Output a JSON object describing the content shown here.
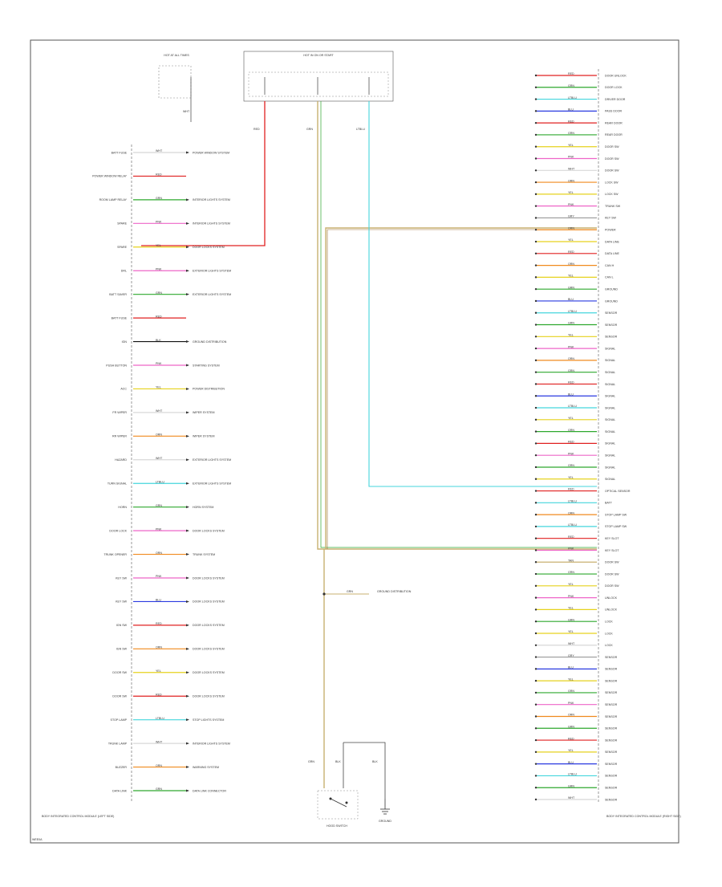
{
  "diagram": {
    "footer_code": "WEE0A",
    "wire_colors": {
      "BLK": "#111111",
      "RED": "#e02020",
      "GRN": "#2ea82e",
      "YEL": "#e6d21e",
      "BLU": "#2a3ae0",
      "ORN": "#f08a1e",
      "PNK": "#ee66c8",
      "WHT": "#d8d8d8",
      "LTBLU": "#44d6dd",
      "GRY": "#9a9a9a",
      "BRN": "#9a6a2a",
      "TAN": "#c8b070",
      "LTGRN": "#8ee08e",
      "VIO": "#a040d0"
    },
    "fuse_boxes": {
      "left": {
        "label": "HOT AT ALL TIMES"
      },
      "right": {
        "label": "HOT IN ON OR START"
      }
    },
    "top_wire_labels": {
      "wire1": "WHT",
      "wire2": "RED",
      "wire3": "GRN",
      "wire4": "LTBLU"
    },
    "left_connector": {
      "caption": "BODY INTEGRATED CONTROL MODULE (LEFT SIDE)",
      "pins": [
        {
          "label": "BATT FUSE",
          "color": "WHT",
          "dest": "POWER WINDOW SYSTEM"
        },
        {
          "label": "POWER WINDOW RELAY",
          "color": "RED",
          "dest": ""
        },
        {
          "label": "ROOM LAMP RELAY",
          "color": "GRN",
          "dest": "INTERIOR LIGHTS SYSTEM"
        },
        {
          "label": "SPARE",
          "color": "PNK",
          "dest": "INTERIOR LIGHTS SYSTEM"
        },
        {
          "label": "SPARE",
          "color": "YEL",
          "dest": "DOOR LOCKS SYSTEM"
        },
        {
          "label": "DRL",
          "color": "PNK",
          "dest": "EXTERIOR LIGHTS SYSTEM"
        },
        {
          "label": "BATT SAVER",
          "color": "GRN",
          "dest": "EXTERIOR LIGHTS SYSTEM"
        },
        {
          "label": "BATT FUSE",
          "color": "RED",
          "dest": ""
        },
        {
          "label": "IGN",
          "color": "BLK",
          "dest": "GROUND DISTRIBUTION"
        },
        {
          "label": "PUSH BUTTON",
          "color": "PNK",
          "dest": "STARTING SYSTEM"
        },
        {
          "label": "ACC",
          "color": "YEL",
          "dest": "POWER DISTRIBUTION"
        },
        {
          "label": "FR WIPER",
          "color": "WHT",
          "dest": "WIPER SYSTEM"
        },
        {
          "label": "RR WIPER",
          "color": "ORN",
          "dest": "WIPER SYSTEM"
        },
        {
          "label": "HAZARD",
          "color": "WHT",
          "dest": "EXTERIOR LIGHTS SYSTEM"
        },
        {
          "label": "TURN SIGNAL",
          "color": "LTBLU",
          "dest": "EXTERIOR LIGHTS SYSTEM"
        },
        {
          "label": "HORN",
          "color": "GRN",
          "dest": "HORN SYSTEM"
        },
        {
          "label": "DOOR LOCK",
          "color": "PNK",
          "dest": "DOOR LOCKS SYSTEM"
        },
        {
          "label": "TRUNK OPENER",
          "color": "ORN",
          "dest": "TRUNK SYSTEM"
        },
        {
          "label": "KEY SW",
          "color": "PNK",
          "dest": "DOOR LOCKS SYSTEM"
        },
        {
          "label": "KEY SW",
          "color": "BLU",
          "dest": "DOOR LOCKS SYSTEM"
        },
        {
          "label": "IGN SW",
          "color": "RED",
          "dest": "DOOR LOCKS SYSTEM"
        },
        {
          "label": "IGN SW",
          "color": "ORN",
          "dest": "DOOR LOCKS SYSTEM"
        },
        {
          "label": "DOOR SW",
          "color": "YEL",
          "dest": "DOOR LOCKS SYSTEM"
        },
        {
          "label": "DOOR SW",
          "color": "RED",
          "dest": "DOOR LOCKS SYSTEM"
        },
        {
          "label": "STOP LAMP",
          "color": "LTBLU",
          "dest": "STOP LIGHTS SYSTEM"
        },
        {
          "label": "TRUNK LAMP",
          "color": "WHT",
          "dest": "INTERIOR LIGHTS SYSTEM"
        },
        {
          "label": "BUZZER",
          "color": "ORN",
          "dest": "WARNING SYSTEM"
        },
        {
          "label": "DATA LINK",
          "color": "GRN",
          "dest": "DATA LINK CONNECTOR"
        }
      ]
    },
    "right_connector": {
      "caption": "BODY INTEGRATED CONTROL MODULE (RIGHT SIDE)",
      "pins": [
        {
          "label": "DOOR UNLOCK",
          "color": "RED"
        },
        {
          "label": "DOOR LOCK",
          "color": "GRN"
        },
        {
          "label": "DRIVER DOOR",
          "color": "LTBLU"
        },
        {
          "label": "PASS DOOR",
          "color": "BLU"
        },
        {
          "label": "REAR DOOR",
          "color": "RED"
        },
        {
          "label": "REAR DOOR",
          "color": "GRN"
        },
        {
          "label": "DOOR SW",
          "color": "YEL"
        },
        {
          "label": "DOOR SW",
          "color": "PNK"
        },
        {
          "label": "DOOR SW",
          "color": "WHT"
        },
        {
          "label": "LOCK SW",
          "color": "ORN"
        },
        {
          "label": "LOCK SW",
          "color": "YEL"
        },
        {
          "label": "TRUNK SW",
          "color": "PNK"
        },
        {
          "label": "KEY SW",
          "color": "GRY"
        },
        {
          "label": "POWER",
          "color": "ORN"
        },
        {
          "label": "DATA LINE",
          "color": "YEL"
        },
        {
          "label": "DATA LINE",
          "color": "RED"
        },
        {
          "label": "CAN H",
          "color": "ORN"
        },
        {
          "label": "CAN L",
          "color": "YEL"
        },
        {
          "label": "GROUND",
          "color": "GRN"
        },
        {
          "label": "GROUND",
          "color": "BLU"
        },
        {
          "label": "SENSOR",
          "color": "LTBLU"
        },
        {
          "label": "SENSOR",
          "color": "GRN"
        },
        {
          "label": "SENSOR",
          "color": "YEL"
        },
        {
          "label": "SIGNAL",
          "color": "PNK"
        },
        {
          "label": "SIGNAL",
          "color": "ORN"
        },
        {
          "label": "SIGNAL",
          "color": "GRN"
        },
        {
          "label": "SIGNAL",
          "color": "RED"
        },
        {
          "label": "SIGNAL",
          "color": "BLU"
        },
        {
          "label": "SIGNAL",
          "color": "LTBLU"
        },
        {
          "label": "SIGNAL",
          "color": "YEL"
        },
        {
          "label": "SIGNAL",
          "color": "GRN"
        },
        {
          "label": "SIGNAL",
          "color": "RED"
        },
        {
          "label": "SIGNAL",
          "color": "PNK"
        },
        {
          "label": "SIGNAL",
          "color": "GRN"
        },
        {
          "label": "SIGNAL",
          "color": "YEL"
        },
        {
          "label": "OPTICAL SENSOR",
          "color": "RED"
        },
        {
          "label": "BATT",
          "color": "LTBLU"
        },
        {
          "label": "STOP LAMP SW",
          "color": "ORN"
        },
        {
          "label": "STOP LAMP SW",
          "color": "LTBLU"
        },
        {
          "label": "KEY SLOT",
          "color": "RED"
        },
        {
          "label": "KEY SLOT",
          "color": "PNK"
        },
        {
          "label": "DOOR SW",
          "color": "TAN"
        },
        {
          "label": "DOOR SW",
          "color": "GRN"
        },
        {
          "label": "DOOR SW",
          "color": "YEL"
        },
        {
          "label": "UNLOCK",
          "color": "PNK"
        },
        {
          "label": "UNLOCK",
          "color": "YEL"
        },
        {
          "label": "LOCK",
          "color": "GRN"
        },
        {
          "label": "LOCK",
          "color": "YEL"
        },
        {
          "label": "LOCK",
          "color": "WHT"
        },
        {
          "label": "SENSOR",
          "color": "GRY"
        },
        {
          "label": "SENSOR",
          "color": "BLU"
        },
        {
          "label": "SENSOR",
          "color": "YEL"
        },
        {
          "label": "SENSOR",
          "color": "GRN"
        },
        {
          "label": "SENSOR",
          "color": "PNK"
        },
        {
          "label": "SENSOR",
          "color": "ORN"
        },
        {
          "label": "SENSOR",
          "color": "GRN"
        },
        {
          "label": "SENSOR",
          "color": "RED"
        },
        {
          "label": "SENSOR",
          "color": "YEL"
        },
        {
          "label": "SENSOR",
          "color": "BLU"
        },
        {
          "label": "SENSOR",
          "color": "LTBLU"
        },
        {
          "label": "SENSOR",
          "color": "GRN"
        },
        {
          "label": "SENSOR",
          "color": "WHT"
        }
      ]
    },
    "bottom": {
      "wire_labels": {
        "a": "GRN",
        "b": "BLK",
        "c": "BLK"
      },
      "switch_label": "HOOD SWITCH",
      "ground_label": "GROUND"
    },
    "mid_tap": {
      "color": "GRN",
      "dest": "GROUND DISTRIBUTION"
    }
  }
}
